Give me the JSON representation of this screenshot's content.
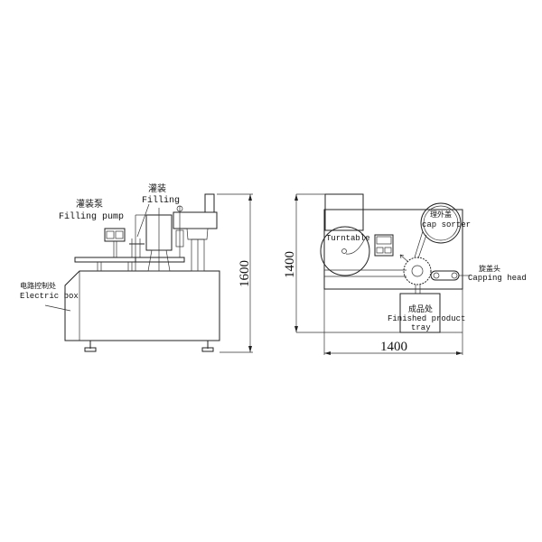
{
  "side_view": {
    "filling_pump": {
      "zh": "灌装泵",
      "en": "Filling pump"
    },
    "filling": {
      "zh": "灌装",
      "en": "Filling"
    },
    "electric_box": {
      "zh": "电路控制处",
      "en": "Electric box"
    },
    "height_dimension": "1600"
  },
  "top_view": {
    "turntable": {
      "en": "Turntable"
    },
    "cap_sorter": {
      "zh": "理外盖",
      "en": "cap sorter"
    },
    "capping_head": {
      "zh": "旋盖头",
      "en": "Capping head"
    },
    "finished_tray": {
      "zh": "成品处",
      "en": "Finished product",
      "en2": "tray"
    },
    "depth_dimension": "1400",
    "width_dimension": "1400"
  }
}
